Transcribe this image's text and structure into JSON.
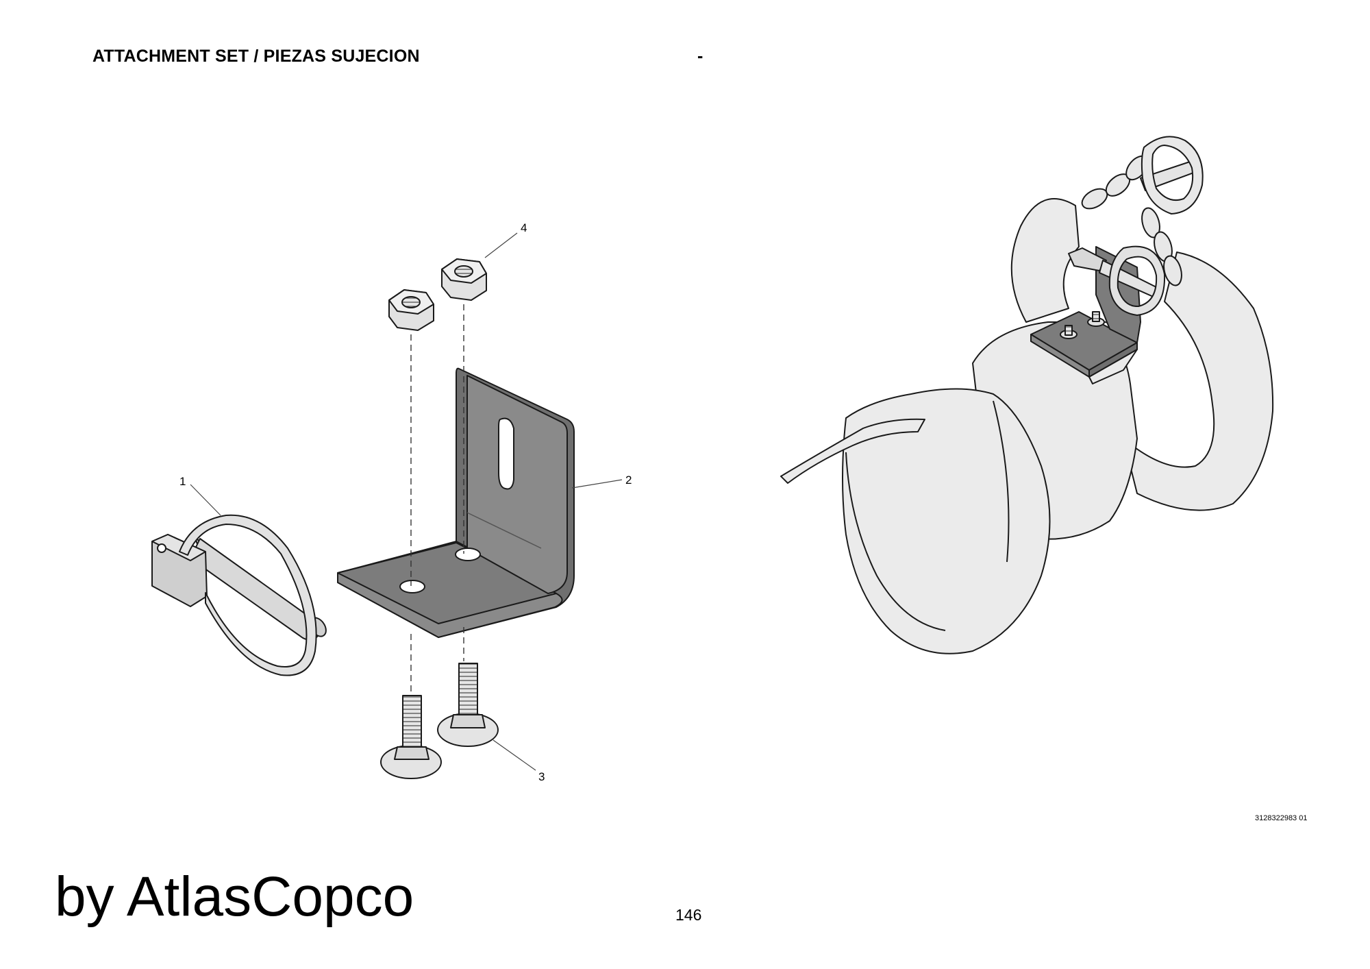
{
  "header": {
    "title": "ATTACHMENT SET / PIEZAS SUJECION",
    "separator": "-"
  },
  "callouts": [
    {
      "label": "1"
    },
    {
      "label": "2"
    },
    {
      "label": "3"
    },
    {
      "label": "4"
    }
  ],
  "drawing_reference": "3128322983 01",
  "footer": {
    "brand": "by AtlasCopco",
    "page_number": "146"
  },
  "colors": {
    "line": "#1a1a1a",
    "bracket_fill": "#7a7a7a",
    "bracket_face": "#8f8f8f",
    "part_fill": "#e6e6e6",
    "strap_fill": "#ebebeb"
  }
}
